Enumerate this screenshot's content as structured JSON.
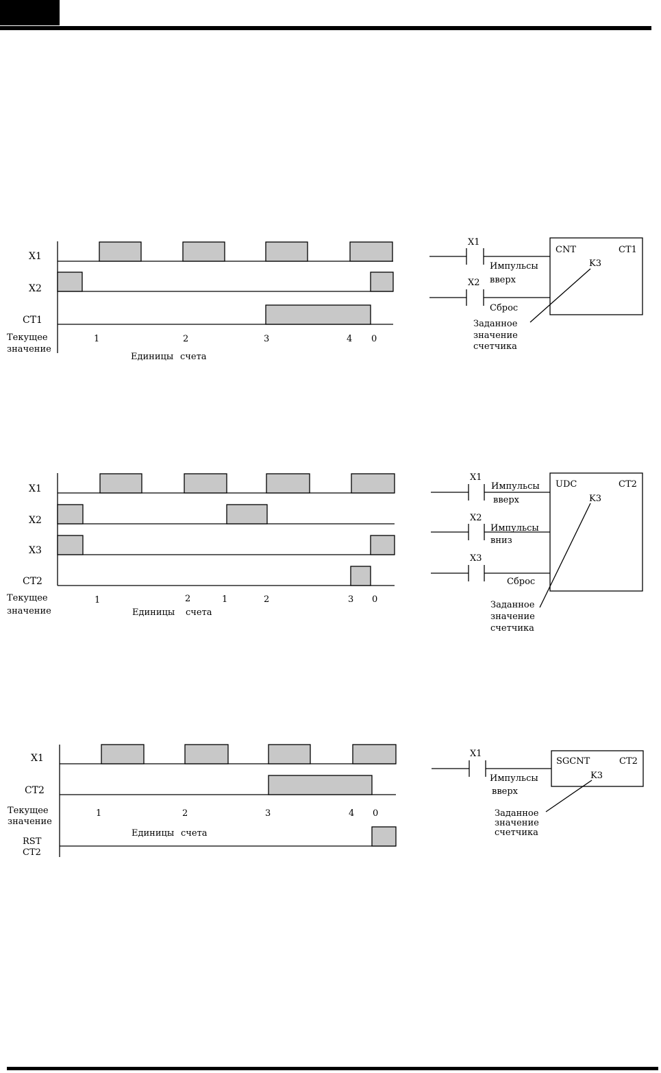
{
  "diagram1": {
    "signals": [
      "X1",
      "X2",
      "CT1"
    ],
    "current_value": "Текущее значение",
    "current_value_lines": [
      "Текущее",
      "значение"
    ],
    "count_values": [
      "1",
      "2",
      "3",
      "4",
      "0"
    ],
    "units": "Единицы счета",
    "units_words": [
      "Единицы",
      "счета"
    ],
    "ladder": {
      "contacts": [
        "X1",
        "X2"
      ],
      "inputs": [
        "Импульсы вверх",
        "Сброс"
      ],
      "input_lines": [
        [
          "Импульсы",
          "вверх"
        ],
        [
          "Сброс"
        ]
      ],
      "block": "CNT",
      "counter": "CT1",
      "preset": "K3",
      "preset_note_lines": [
        "Заданное",
        "значение",
        "счетчика"
      ]
    }
  },
  "diagram2": {
    "signals": [
      "X1",
      "X2",
      "X3",
      "CT2"
    ],
    "current_value_lines": [
      "Текущее",
      "значение"
    ],
    "count_values": [
      "1",
      "2",
      "1",
      "2",
      "3",
      "0"
    ],
    "units_words": [
      "Единицы",
      "счета"
    ],
    "ladder": {
      "contacts": [
        "X1",
        "X2",
        "X3"
      ],
      "input_lines": [
        [
          "Импульсы",
          "вверх"
        ],
        [
          "Импульсы",
          "вниз"
        ],
        [
          "Сброс"
        ]
      ],
      "block": "UDC",
      "counter": "CT2",
      "preset": "K3",
      "preset_note_lines": [
        "Заданное",
        "значение",
        "счетчика"
      ]
    }
  },
  "diagram3": {
    "signals": [
      "X1",
      "CT2"
    ],
    "current_value_lines": [
      "Текущее",
      "значение"
    ],
    "count_values": [
      "1",
      "2",
      "3",
      "4",
      "0"
    ],
    "units_words": [
      "Единицы",
      "счета"
    ],
    "reset_lines": [
      "RST",
      "CT2"
    ],
    "ladder": {
      "contacts": [
        "X1"
      ],
      "input_lines": [
        [
          "Импульсы",
          "вверх"
        ]
      ],
      "block": "SGCNT",
      "counter": "CT2",
      "preset": "K3",
      "preset_note_lines": [
        "Заданное",
        "значение",
        "счетчика"
      ]
    }
  }
}
